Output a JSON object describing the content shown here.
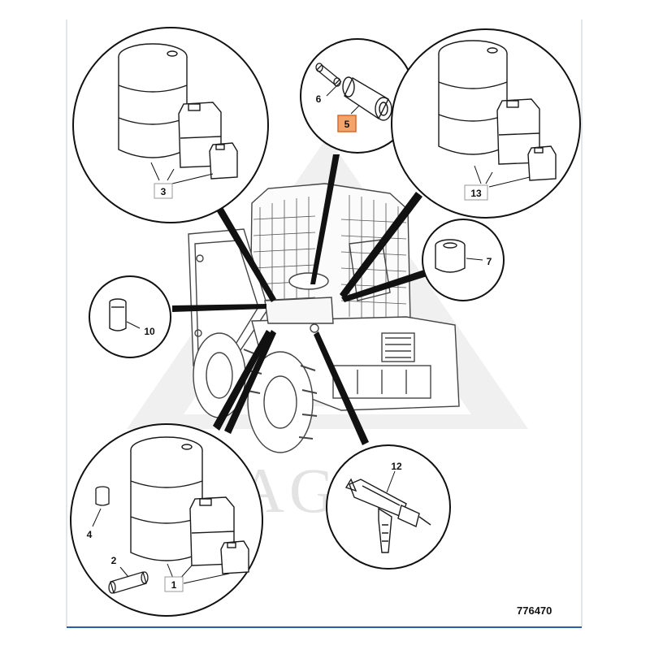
{
  "watermark": "LYTAGRA",
  "drawing_number": "776470",
  "highlight_color": "#f2a46a",
  "highlight_border": "#d9682a",
  "callouts": {
    "c1": "1",
    "c2": "2",
    "c3": "3",
    "c4": "4",
    "c5": "5",
    "c6": "6",
    "c7": "7",
    "c10": "10",
    "c12": "12",
    "c13": "13"
  },
  "highlighted_callout": "5",
  "icons": [
    "oil-drum-icon",
    "oil-can-icon",
    "filter-element-icon",
    "spin-on-filter-icon",
    "grease-gun-icon",
    "skid-steer-loader-icon"
  ]
}
